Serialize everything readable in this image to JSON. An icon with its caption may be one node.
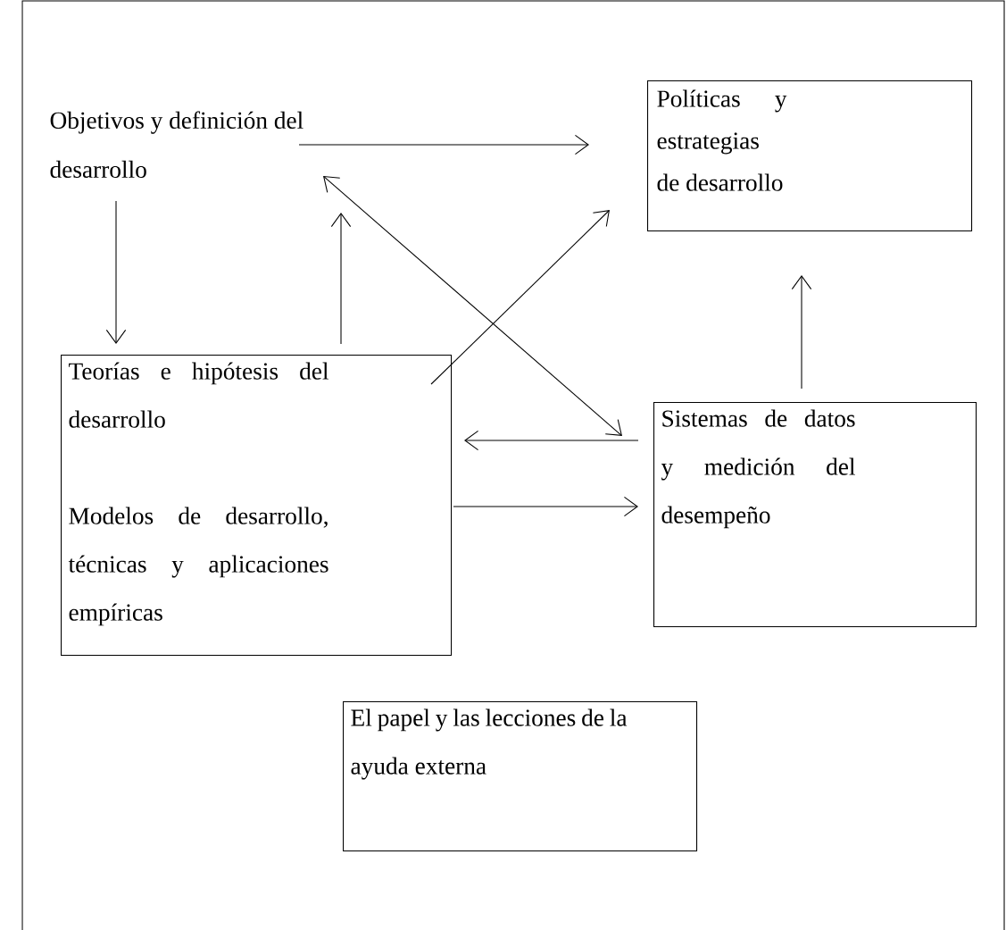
{
  "diagram": {
    "nodes": [
      {
        "text": [
          "Objetivos y definición del desarrollo"
        ]
      },
      {
        "text": [
          "Políticas y estrategias de desarrollo"
        ]
      },
      {
        "text": [
          "Teorías e hipótesis del desarrollo",
          "Modelos de desarrollo, técnicas y aplicaciones empíricas"
        ]
      },
      {
        "text": [
          "Sistemas de datos y medición del desempeño"
        ]
      },
      {
        "text": [
          "El papel y las lecciones de la ayuda externa"
        ]
      }
    ],
    "edges": [
      {
        "from": 0,
        "to": 1,
        "arrow": "to"
      },
      {
        "from": 0,
        "to": 2,
        "arrow": "to"
      },
      {
        "from": 2,
        "to": 0,
        "arrow": "to"
      },
      {
        "from": 2,
        "to": 1,
        "arrow": "to"
      },
      {
        "from": 0,
        "to": 3,
        "arrow": "both"
      },
      {
        "from": 3,
        "to": 2,
        "arrow": "to"
      },
      {
        "from": 2,
        "to": 3,
        "arrow": "to"
      },
      {
        "from": 3,
        "to": 1,
        "arrow": "to"
      }
    ]
  }
}
